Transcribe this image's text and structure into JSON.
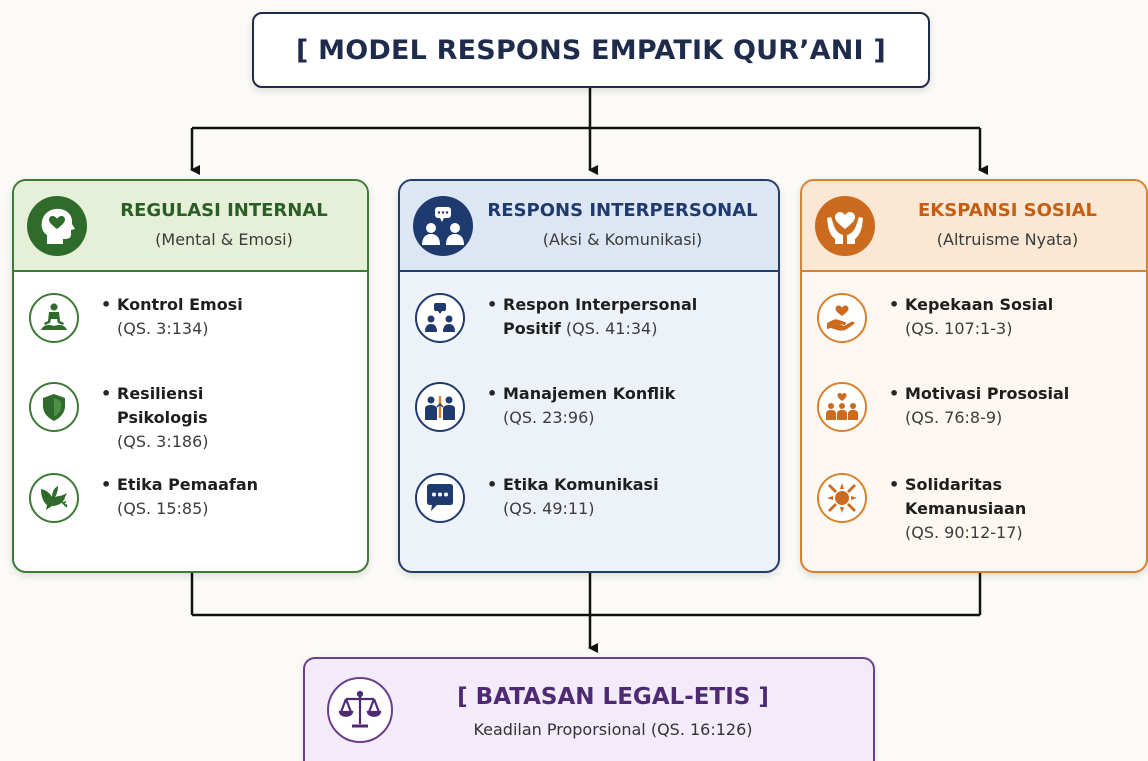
{
  "title": "[ MODEL RESPONS EMPATIK QUR’ANI ]",
  "panels": [
    {
      "title": "REGULASI INTERNAL",
      "subtitle": "(Mental & Emosi)",
      "color": "#3d7a35",
      "header_icon": "head-heart-icon",
      "items": [
        {
          "name": "Kontrol Emosi",
          "ref": "(QS. 3:134)",
          "icon": "meditation-icon"
        },
        {
          "name_line1": "Resiliensi",
          "name_line2": "Psikologis",
          "ref": "(QS. 3:186)",
          "icon": "shield-icon"
        },
        {
          "name": "Etika Pemaafan",
          "ref": "(QS. 15:85)",
          "icon": "dove-icon"
        }
      ]
    },
    {
      "title": "RESPONS INTERPERSONAL",
      "subtitle": "(Aksi & Komunikasi)",
      "color": "#1f3a6e",
      "header_icon": "people-chat-icon",
      "items": [
        {
          "name_line1": "Respon Interpersonal",
          "name_line2": "Positif",
          "ref": "(QS. 41:34)",
          "icon": "people-chat-icon"
        },
        {
          "name": "Manajemen Konflik",
          "ref": "(QS. 23:96)",
          "icon": "conflict-icon"
        },
        {
          "name": "Etika Komunikasi",
          "ref": "(QS. 49:11)",
          "icon": "speech-bubble-icon"
        }
      ]
    },
    {
      "title": "EKSPANSI SOSIAL",
      "subtitle": "(Altruisme Nyata)",
      "color": "#d9822b",
      "header_icon": "hands-heart-icon",
      "items": [
        {
          "name": "Kepekaan Sosial",
          "ref": "(QS. 107:1-3)",
          "icon": "hand-heart-icon"
        },
        {
          "name": "Motivasi Prososial",
          "ref": "(QS. 76:8-9)",
          "icon": "group-heart-icon"
        },
        {
          "name_line1": "Solidaritas",
          "name_line2": "Kemanusiaan",
          "ref": "(QS. 90:12-17)",
          "icon": "joined-hands-icon"
        }
      ]
    }
  ],
  "footer": {
    "title": "[ BATASAN LEGAL-ETIS ]",
    "subtitle": "Keadilan Proporsional (QS. 16:126)",
    "icon": "scales-icon",
    "color": "#6a3f8e"
  }
}
